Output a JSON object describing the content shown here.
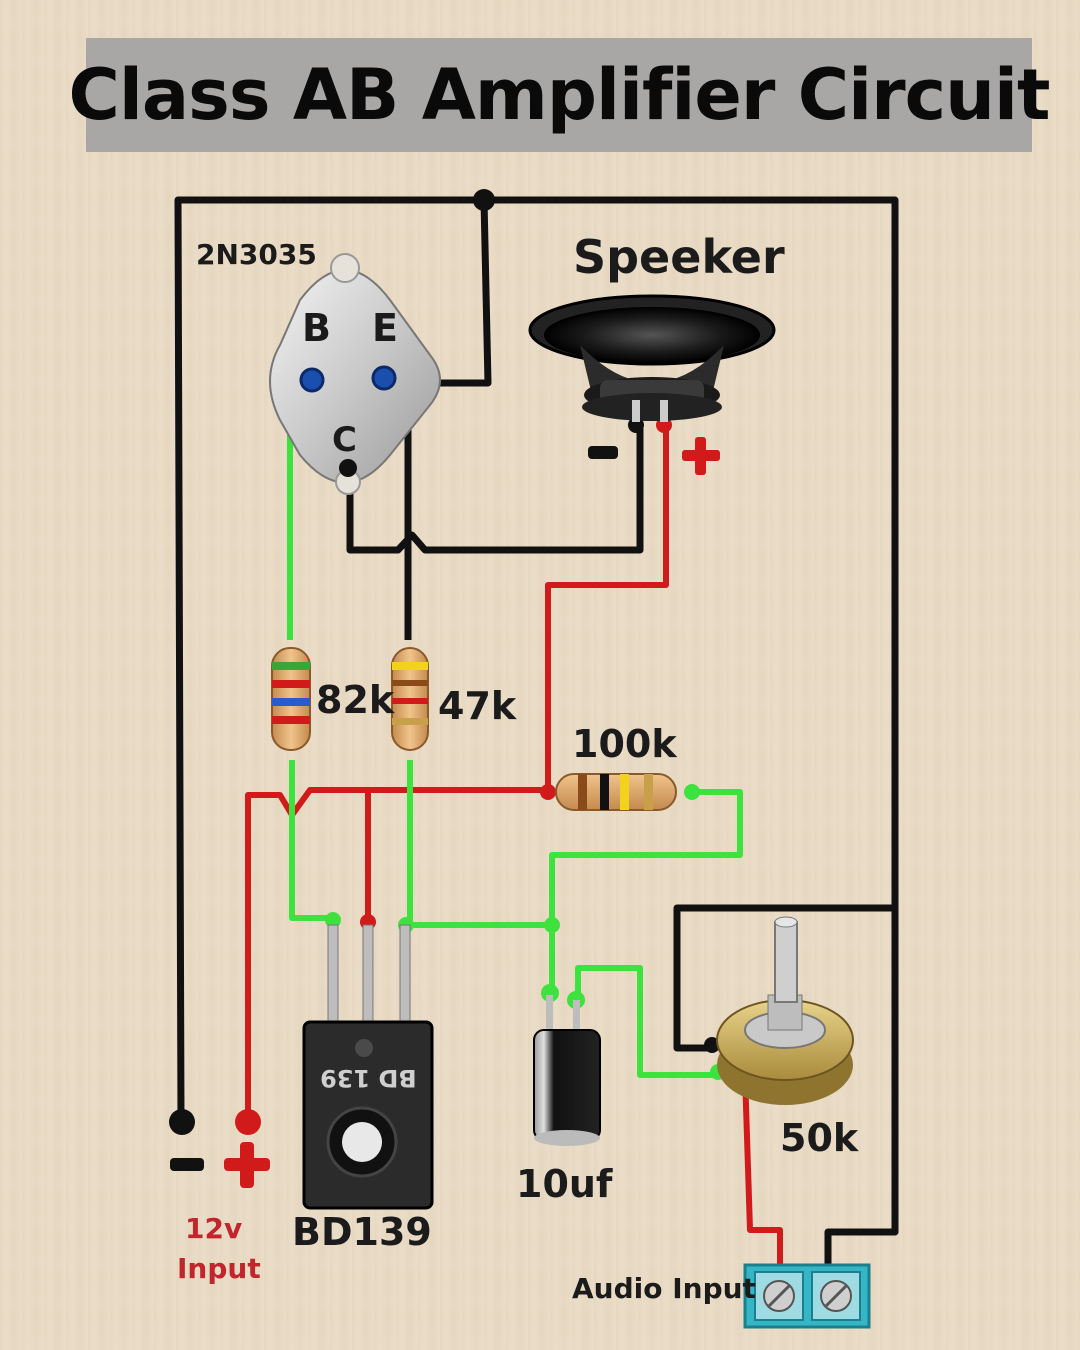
{
  "title": "Class AB Amplifier Circuit",
  "labels": {
    "power_transistor": "2N3035",
    "pin_base": "B",
    "pin_emitter": "E",
    "pin_collector": "C",
    "speaker": "Speeker",
    "speaker_minus": "-",
    "speaker_plus": "+",
    "r_82k": "82k",
    "r_47k": "47k",
    "r_100k": "100k",
    "driver_transistor": "BD139",
    "driver_marking": "BD 139",
    "capacitor": "10uf",
    "potentiometer": "50k",
    "supply_voltage": "12v",
    "supply_input": "Input",
    "supply_minus": "-",
    "supply_plus": "+",
    "audio_input": "Audio Input"
  },
  "colors": {
    "wire_ground": "#111111",
    "wire_positive": "#d11a1a",
    "wire_signal": "#3ee23e",
    "title_background": "#a9a7a6"
  }
}
